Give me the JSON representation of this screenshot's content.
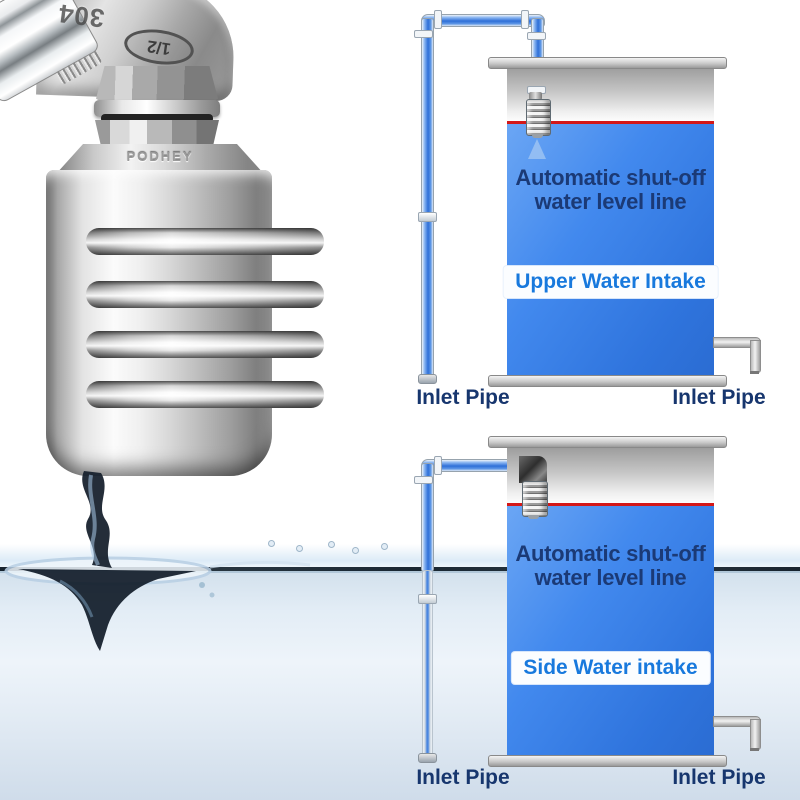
{
  "product_photo": {
    "brand_stamp": "PODHEY",
    "steel_grade_stamp": "304",
    "size_stamp": "1/2"
  },
  "diagrams": [
    {
      "id": "upper-water-intake",
      "note_line1": "Automatic shut-off",
      "note_line2": "water level line",
      "intake_label": "Upper Water Intake",
      "inlet_left_label": "Inlet Pipe",
      "inlet_right_label": "Inlet Pipe"
    },
    {
      "id": "side-water-intake",
      "note_line1": "Automatic shut-off",
      "note_line2": "water level line",
      "intake_label": "Side Water intake",
      "inlet_left_label": "Inlet Pipe",
      "inlet_right_label": "Inlet Pipe"
    }
  ],
  "colors": {
    "tank_water_blue": "#3b82e8",
    "shutoff_line_red": "#d41717",
    "note_text_navy": "#1b3a76",
    "intake_label_blue": "#1879dd",
    "inlet_label_navy": "#17366e",
    "pipe_blue": "#2f6fd8"
  }
}
